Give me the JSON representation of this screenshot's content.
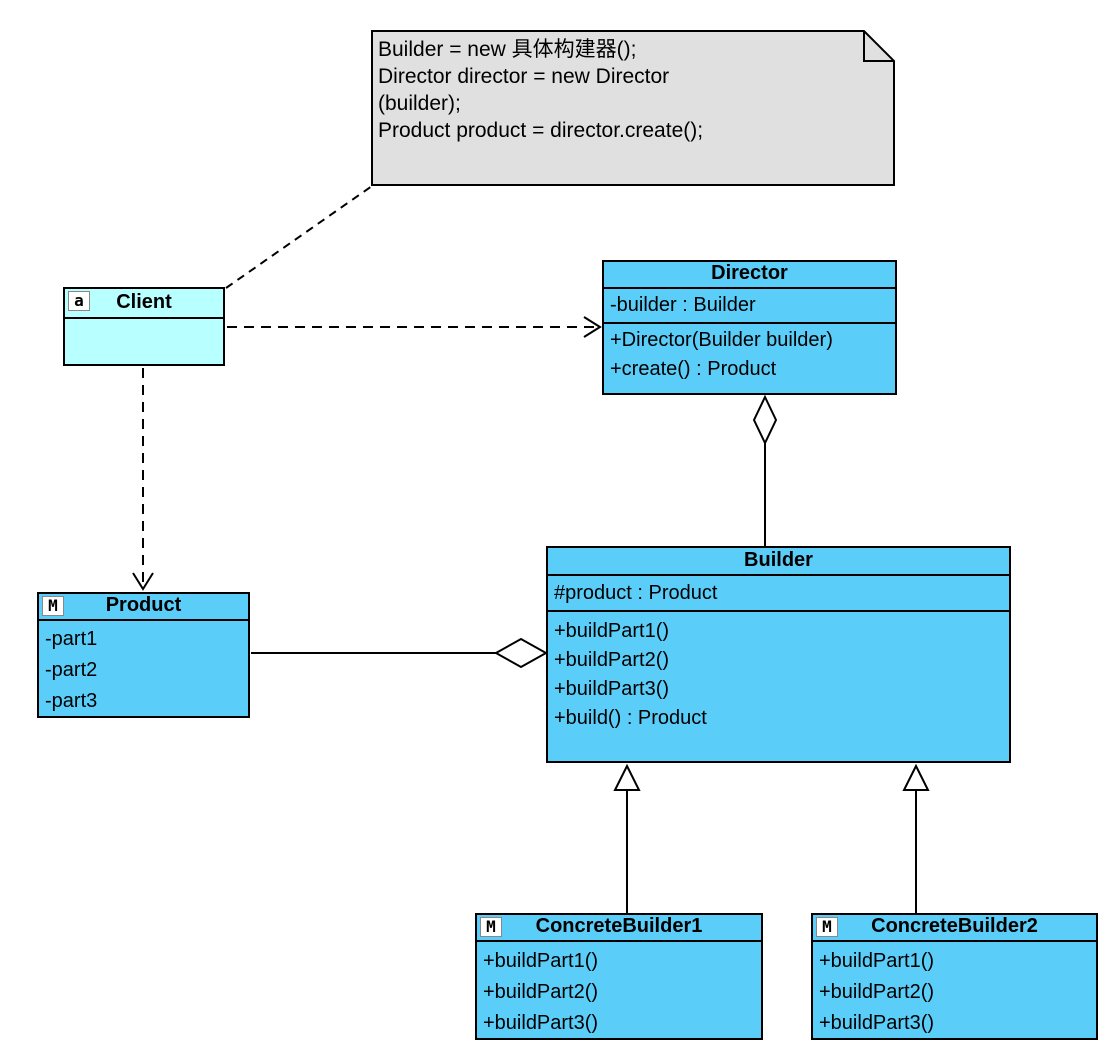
{
  "note": {
    "lines": [
      "Builder = new 具体构建器();",
      "Director director = new Director",
      "(builder);",
      "Product product = director.create();"
    ]
  },
  "classes": {
    "client": {
      "badge": "a",
      "name": "Client",
      "attributes": [],
      "methods": []
    },
    "director": {
      "name": "Director",
      "attributes": [
        "-builder : Builder"
      ],
      "methods": [
        "+Director(Builder builder)",
        "+create() : Product"
      ]
    },
    "builder": {
      "name": "Builder",
      "attributes": [
        "#product : Product"
      ],
      "methods": [
        "+buildPart1()",
        "+buildPart2()",
        "+buildPart3()",
        "+build() : Product"
      ]
    },
    "product": {
      "badge": "M",
      "name": "Product",
      "attributes": [
        "-part1",
        "-part2",
        "-part3"
      ],
      "methods": []
    },
    "concrete_builder_1": {
      "badge": "M",
      "name": "ConcreteBuilder1",
      "attributes": [],
      "methods": [
        "+buildPart1()",
        "+buildPart2()",
        "+buildPart3()"
      ]
    },
    "concrete_builder_2": {
      "badge": "M",
      "name": "ConcreteBuilder2",
      "attributes": [],
      "methods": [
        "+buildPart1()",
        "+buildPart2()",
        "+buildPart3()"
      ]
    }
  },
  "relationships": [
    {
      "type": "note-anchor",
      "from": "note",
      "to": "client",
      "style": "dashed"
    },
    {
      "type": "dependency",
      "from": "client",
      "to": "director",
      "style": "dashed-open-arrow"
    },
    {
      "type": "dependency",
      "from": "client",
      "to": "product",
      "style": "dashed-open-arrow"
    },
    {
      "type": "aggregation",
      "owner": "director",
      "part": "builder",
      "style": "hollow-diamond"
    },
    {
      "type": "aggregation",
      "owner": "builder",
      "part": "product",
      "style": "hollow-diamond"
    },
    {
      "type": "generalization",
      "child": "concrete_builder_1",
      "parent": "builder",
      "style": "hollow-triangle"
    },
    {
      "type": "generalization",
      "child": "concrete_builder_2",
      "parent": "builder",
      "style": "hollow-triangle"
    }
  ],
  "colors": {
    "class_fill": "#5ACDF8",
    "client_fill": "#B8FFFF",
    "note_fill": "#E0E0E0",
    "line": "#000000",
    "background": "#FFFFFF"
  }
}
